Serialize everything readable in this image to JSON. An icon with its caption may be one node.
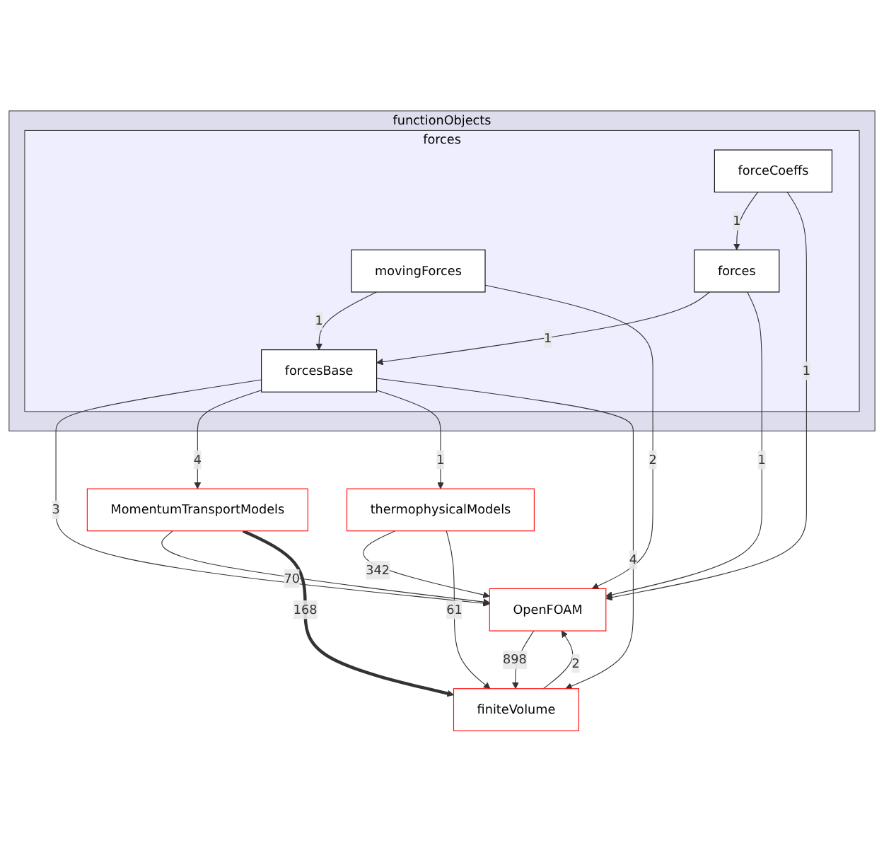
{
  "diagram": {
    "nodes": [
      {
        "text": [
          "functionObjects"
        ]
      },
      {
        "text": [
          "forces"
        ],
        "in": 0
      },
      {
        "text": [
          "forceCoeffs"
        ],
        "in": 1
      },
      {
        "text": [
          "movingForces"
        ],
        "in": 1
      },
      {
        "text": [
          "forces"
        ],
        "in": 1
      },
      {
        "text": [
          "forcesBase"
        ],
        "in": 1
      },
      {
        "text": [
          "MomentumTransportModels"
        ]
      },
      {
        "text": [
          "thermophysicalModels"
        ]
      },
      {
        "text": [
          "OpenFOAM"
        ]
      },
      {
        "text": [
          "finiteVolume"
        ]
      }
    ],
    "edges": [
      {
        "from": 2,
        "to": 4,
        "arrow": "to",
        "label": "1"
      },
      {
        "from": 2,
        "to": 8,
        "arrow": "to",
        "label": "1"
      },
      {
        "from": 3,
        "to": 5,
        "arrow": "to",
        "label": "1"
      },
      {
        "from": 3,
        "to": 8,
        "arrow": "to",
        "label": "2"
      },
      {
        "from": 4,
        "to": 5,
        "arrow": "to",
        "label": "1"
      },
      {
        "from": 4,
        "to": 8,
        "arrow": "to",
        "label": "1"
      },
      {
        "from": 5,
        "to": 8,
        "arrow": "to",
        "label": "3"
      },
      {
        "from": 5,
        "to": 6,
        "arrow": "to",
        "label": "4"
      },
      {
        "from": 5,
        "to": 7,
        "arrow": "to",
        "label": "1"
      },
      {
        "from": 5,
        "to": 9,
        "arrow": "to",
        "label": "4"
      },
      {
        "from": 6,
        "to": 8,
        "arrow": "to",
        "label": "70"
      },
      {
        "from": 6,
        "to": 9,
        "arrow": "to",
        "label": "168",
        "style": "thick"
      },
      {
        "from": 7,
        "to": 8,
        "arrow": "to",
        "label": "342"
      },
      {
        "from": 7,
        "to": 9,
        "arrow": "to",
        "label": "61"
      },
      {
        "from": 8,
        "to": 9,
        "arrow": "to",
        "label": "898"
      },
      {
        "from": 9,
        "to": 8,
        "arrow": "to",
        "label": "2"
      }
    ]
  }
}
